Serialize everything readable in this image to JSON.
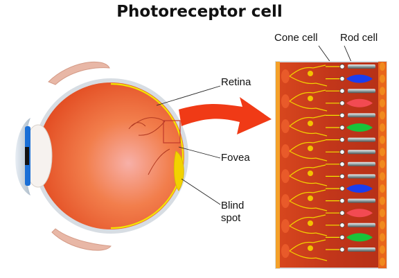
{
  "title": "Photoreceptor cell",
  "labels": {
    "retina": "Retina",
    "fovea": "Fovea",
    "blind_spot_line1": "Blind",
    "blind_spot_line2": "spot",
    "cone_cell": "Cone cell",
    "rod_cell": "Rod cell"
  },
  "colors": {
    "eyeball": "#f06a2c",
    "retina_line": "#f2e600",
    "sclera_rim": "#c9d3dc",
    "iris": "#1a6fd6",
    "arrow": "#f03a16",
    "tissue": "#c0341a",
    "cone_blue": "#1a3df0",
    "cone_red": "#f24a52",
    "cone_green": "#19c43a",
    "rod": "#7f8c8d"
  },
  "photoreceptor_sequence": [
    "rod",
    "blue",
    "rod",
    "red",
    "rod",
    "green",
    "rod",
    "rod",
    "rod",
    "rod",
    "blue",
    "rod",
    "red",
    "rod",
    "green",
    "rod"
  ]
}
